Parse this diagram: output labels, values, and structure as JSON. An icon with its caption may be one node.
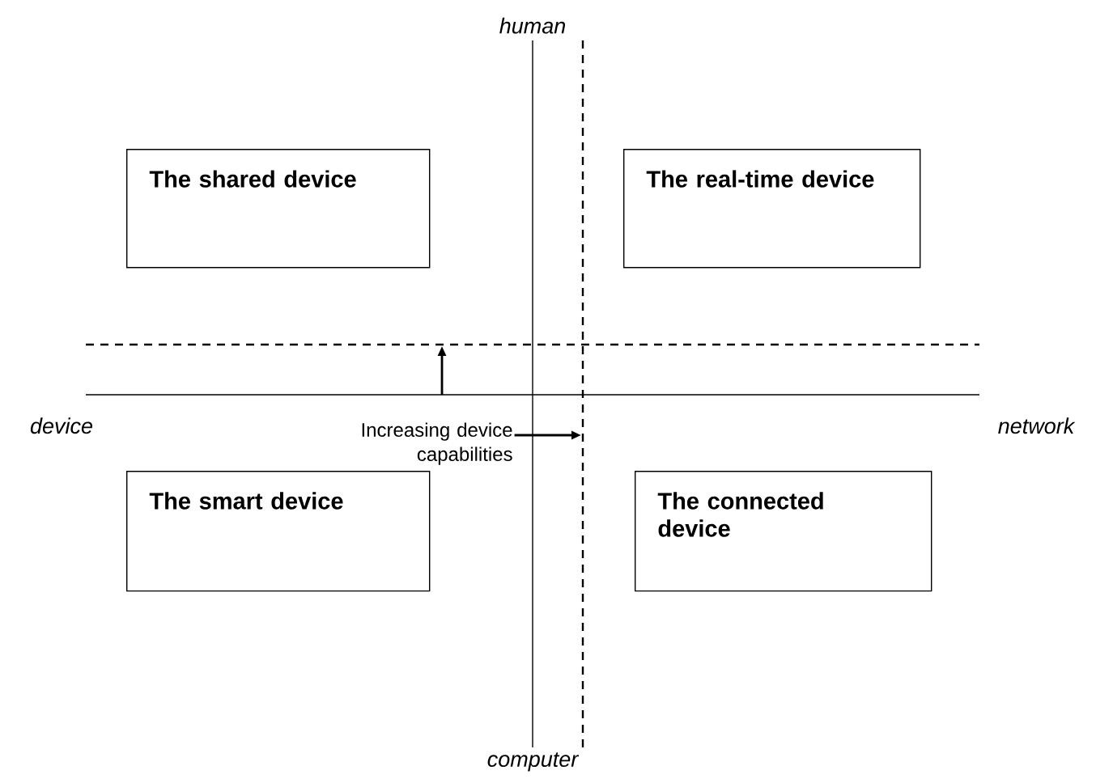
{
  "diagram": {
    "nodes": [
      {
        "text": [
          "The shared device"
        ]
      },
      {
        "text": [
          "The real-time device"
        ]
      },
      {
        "text": [
          "The smart device"
        ]
      },
      {
        "text": [
          "The connected device"
        ]
      }
    ],
    "labels": [
      "human",
      "device",
      "network",
      "Increasing device capabilities",
      "computer"
    ]
  }
}
